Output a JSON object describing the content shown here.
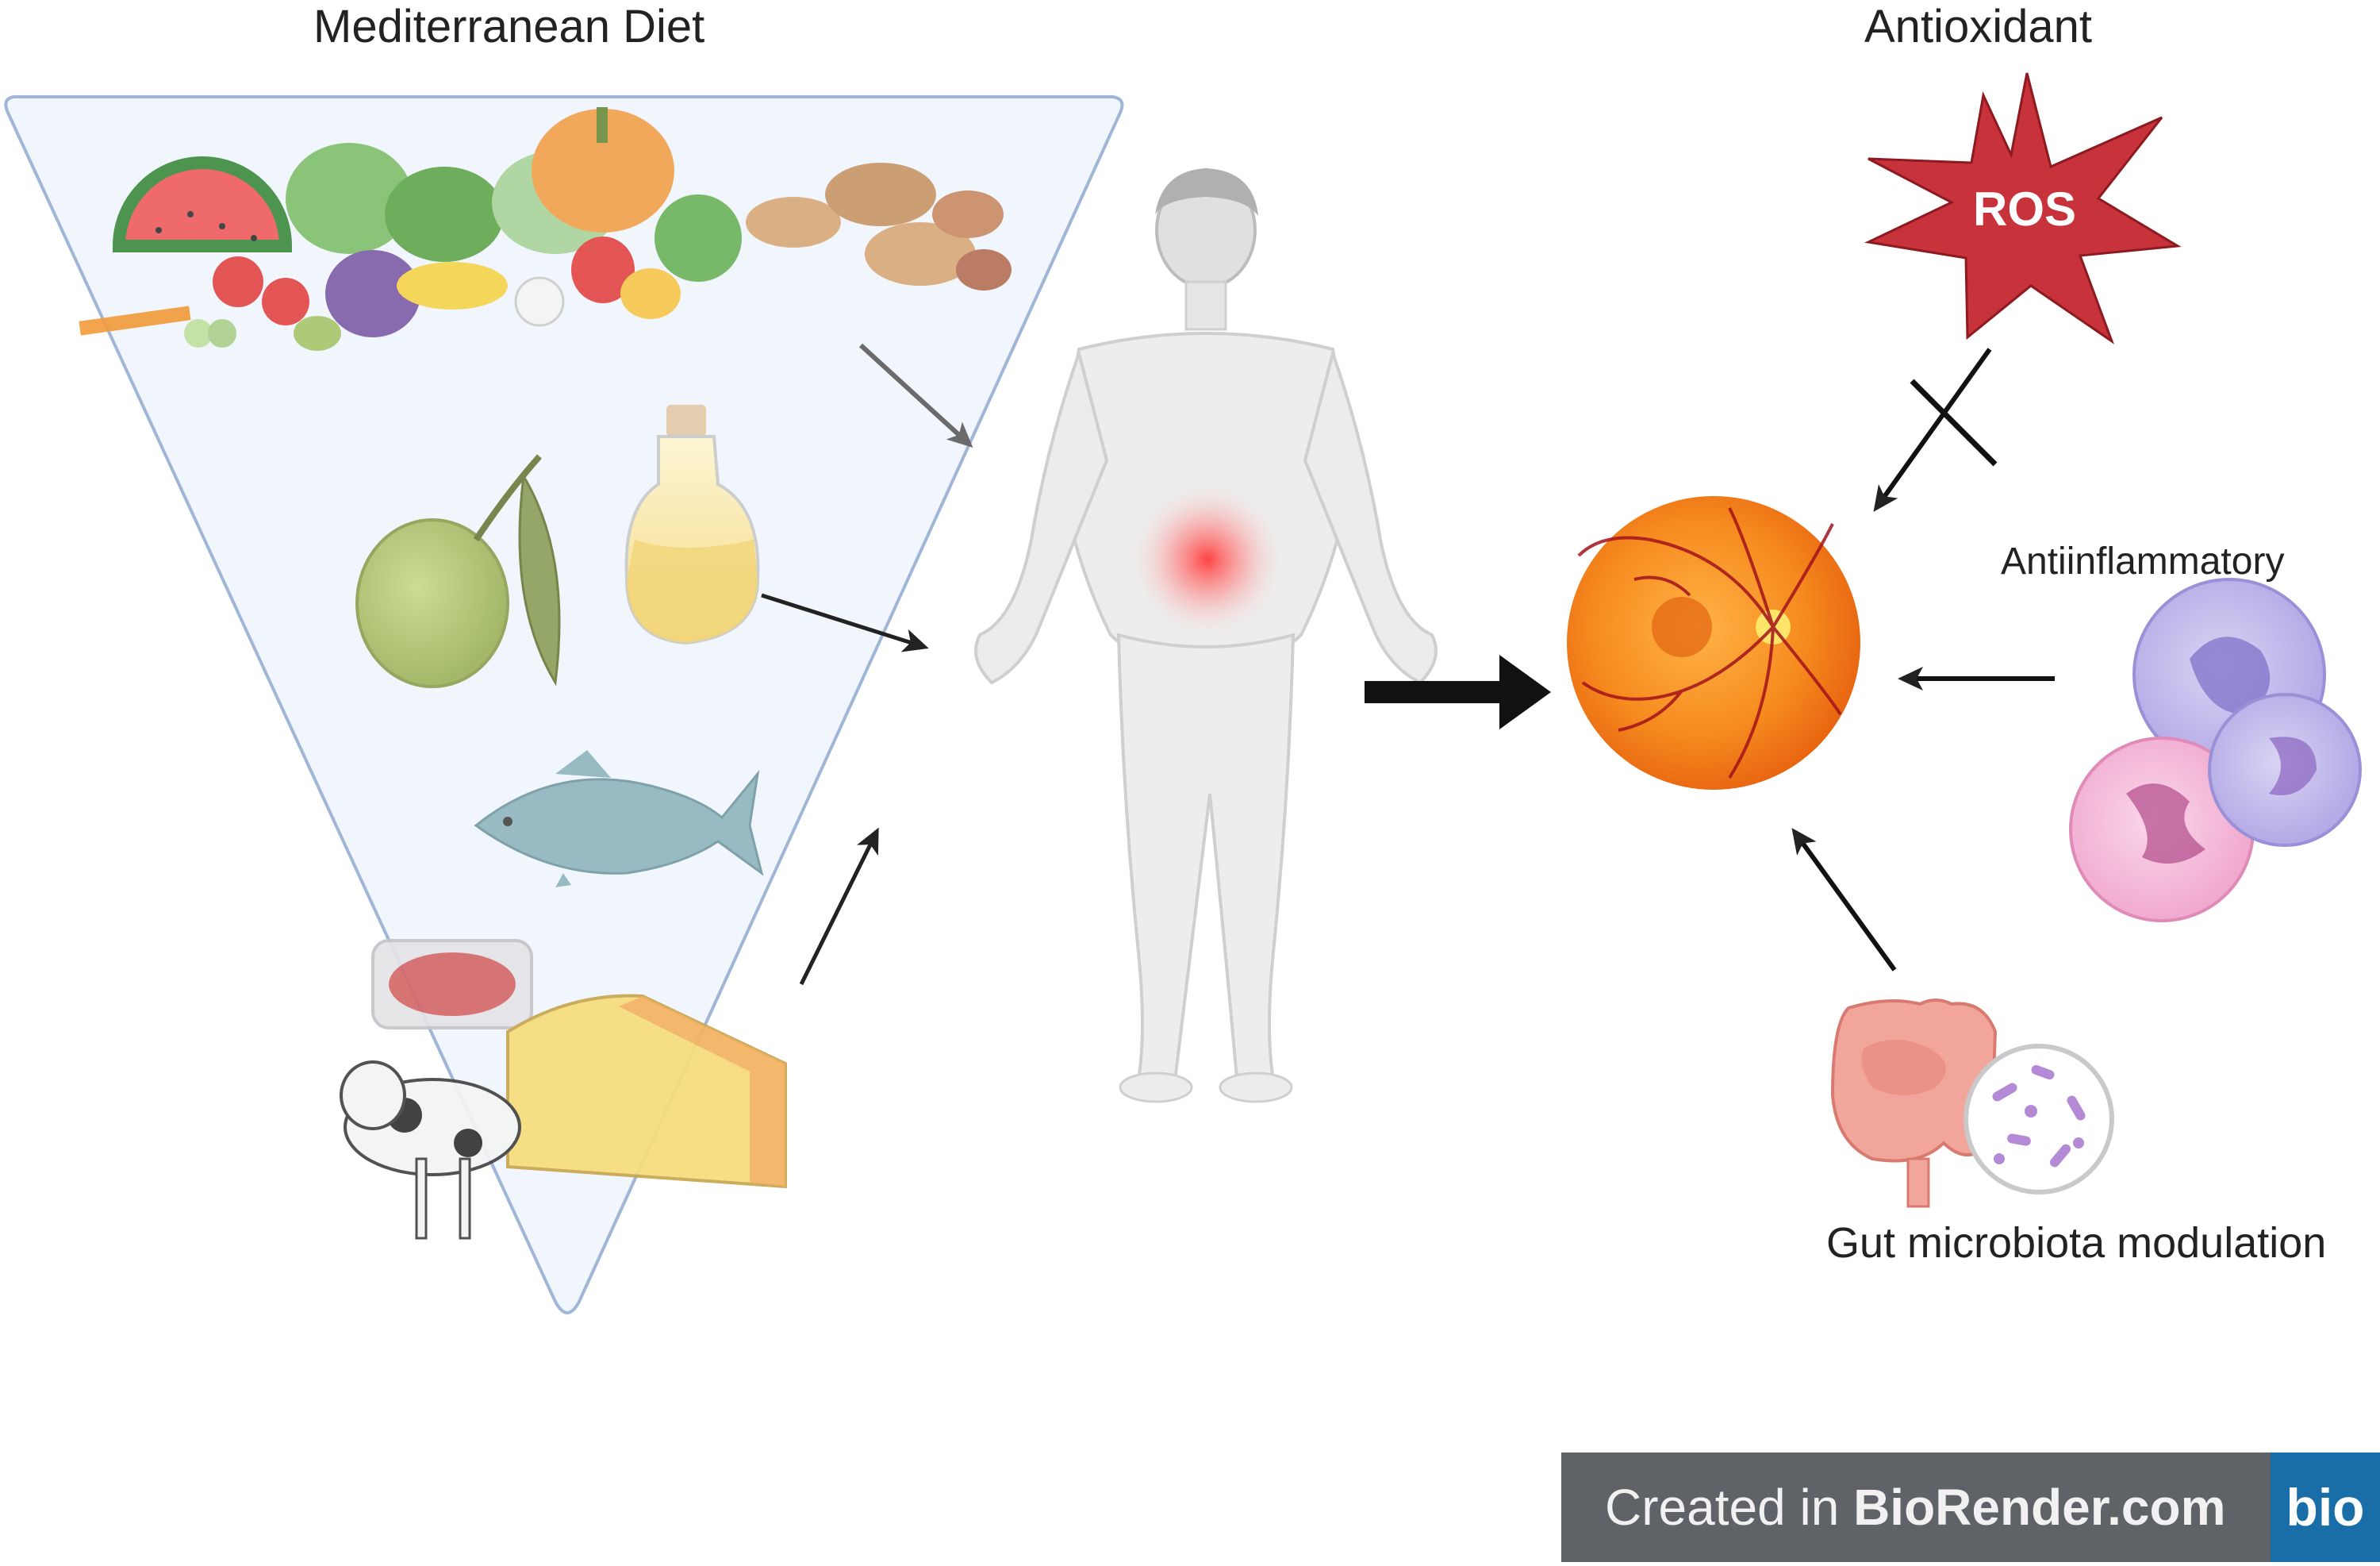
{
  "titles": {
    "diet": "Mediterranean Diet",
    "antioxidant": "Antioxidant"
  },
  "labels": {
    "ros": "ROS",
    "antiinflammatory": "Antiinflammatory",
    "gut": "Gut microbiota modulation"
  },
  "watermark": {
    "prefix": "Created in ",
    "brand": "BioRender.com",
    "logo": "bio"
  },
  "icons": {
    "food_groups": [
      "fruits-vegetables-nuts-icon",
      "olive-oil-icon",
      "fish-icon",
      "dairy-meat-icon"
    ],
    "body": "human-body-icon",
    "retina": "retina-icon",
    "ros": "ros-star-icon",
    "immune": "immune-cells-icon",
    "gut": "gut-microbiota-icon"
  },
  "colors": {
    "triangle_fill": "#eef4fb",
    "triangle_stroke": "#9fb6d6",
    "ros_red": "#c8323a",
    "retina_orange": "#f27a1a",
    "inflammation_red": "#ff4b4b",
    "watermark_bg": "#5f6368",
    "watermark_logo": "#1a6ea8"
  }
}
